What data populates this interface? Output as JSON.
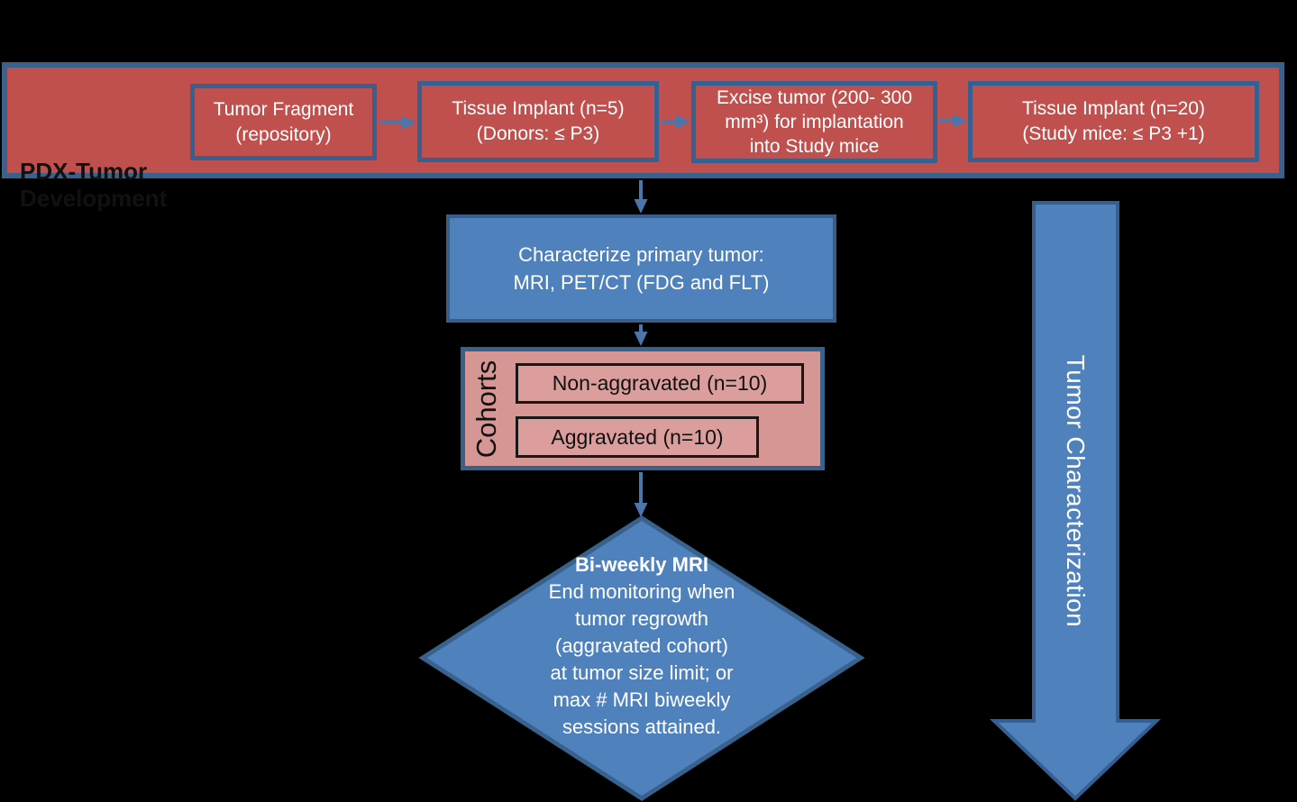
{
  "colors": {
    "background": "#000000",
    "banner_fill": "#C0504D",
    "banner_border": "#38618C",
    "process_box_border": "#376092",
    "blue_fill": "#4F81BD",
    "blue_border": "#385D8A",
    "cohorts_fill": "#D69693",
    "cohort_item_fill": "#DC9E9C",
    "connector": "#4A76AC",
    "side_arrow_border": "#365F91",
    "text_light": "#FFFFFF",
    "text_dark": "#111111"
  },
  "banner": {
    "label": "PDX-Tumor\nDevelopment",
    "boxes": [
      {
        "text": "Tumor Fragment\n(repository)"
      },
      {
        "text": "Tissue Implant (n=5)\n(Donors: ≤ P3)"
      },
      {
        "text": "Excise tumor (200- 300\nmm³) for implantation\ninto Study mice"
      },
      {
        "text": "Tissue Implant (n=20)\n(Study mice: ≤ P3 +1)"
      }
    ]
  },
  "characterize_box": {
    "text": "Characterize primary tumor:\nMRI, PET/CT (FDG and FLT)"
  },
  "cohorts": {
    "label": "Cohorts",
    "items": [
      {
        "text": "Non-aggravated (n=10)"
      },
      {
        "text": "Aggravated (n=10)"
      }
    ]
  },
  "decision": {
    "title": "Bi-weekly MRI",
    "body": "End monitoring when\ntumor regrowth\n(aggravated cohort)\nat tumor size limit; or\nmax # MRI biweekly\nsessions attained."
  },
  "side_arrow": {
    "label": "Tumor Characterization"
  }
}
